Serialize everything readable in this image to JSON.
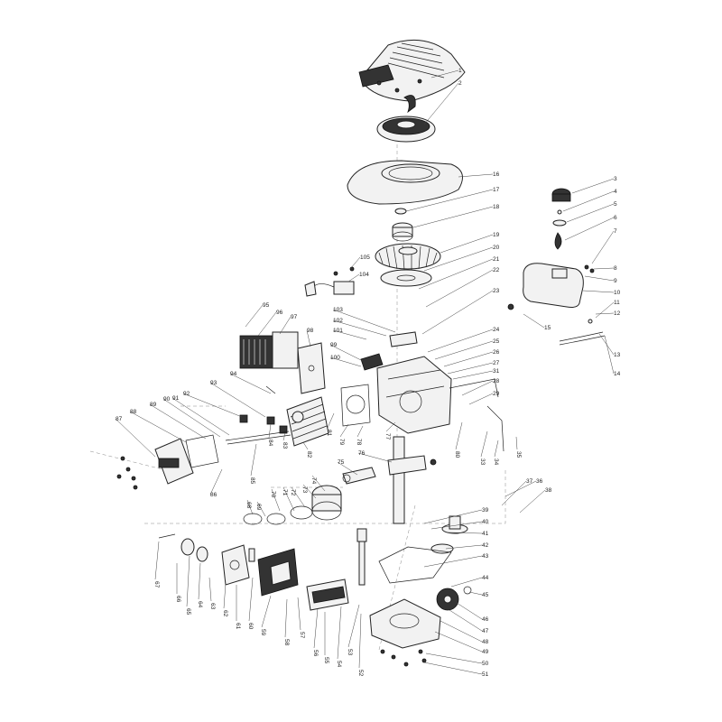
{
  "diagram": {
    "labels": [
      "1",
      "2",
      "3",
      "4",
      "5",
      "6",
      "7",
      "8",
      "9",
      "10",
      "11",
      "12",
      "13",
      "14",
      "15",
      "16",
      "17",
      "18",
      "19",
      "20",
      "21",
      "22",
      "23",
      "24",
      "25",
      "26",
      "27",
      "28",
      "29",
      "31",
      "33",
      "34",
      "35",
      "36",
      "37",
      "38",
      "39",
      "40",
      "41",
      "42",
      "43",
      "44",
      "45",
      "46",
      "47",
      "48",
      "49",
      "50",
      "51",
      "52",
      "53",
      "54",
      "55",
      "56",
      "57",
      "58",
      "59",
      "60",
      "61",
      "62",
      "63",
      "64",
      "65",
      "66",
      "67",
      "68",
      "69",
      "70",
      "71",
      "72",
      "73",
      "74",
      "75",
      "76",
      "77",
      "78",
      "79",
      "80",
      "81",
      "82",
      "83",
      "84",
      "85",
      "86",
      "87",
      "88",
      "89",
      "90",
      "91",
      "92",
      "93",
      "94",
      "95",
      "96",
      "97",
      "98",
      "99",
      "100",
      "101",
      "102",
      "103",
      "104",
      "105"
    ]
  }
}
